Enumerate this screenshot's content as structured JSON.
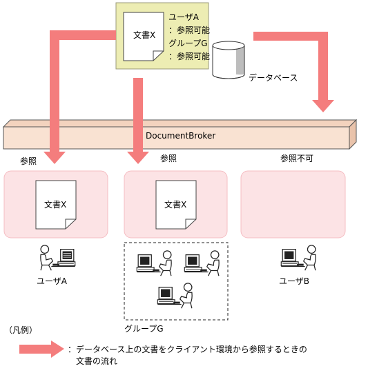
{
  "top_doc": {
    "doc_label": "文書X",
    "perm_lines": [
      "ユーザA",
      "：参照可能",
      "グループG",
      "：参照可能"
    ]
  },
  "database_label": "データベース",
  "broker_label": "DocumentBroker",
  "columns": [
    {
      "access_label": "参照",
      "doc_label": "文書X",
      "user_label": "ユーザA"
    },
    {
      "access_label": "参照",
      "doc_label": "文書X",
      "group_label": "グループG"
    },
    {
      "access_label": "参照不可",
      "user_label": "ユーザB"
    }
  ],
  "legend": {
    "title": "（凡例）",
    "line1": "：データベース上の文書をクライアント環境から参照するときの",
    "line2": "文書の流れ"
  },
  "colors": {
    "arrow": "#f47d7d",
    "note_fill": "#ededb3",
    "broker_fill": "#f9e2d2",
    "panel_fill": "#fce3e5",
    "panel_stroke": "#f5bcc2"
  },
  "icons": [
    "document-icon",
    "database-icon",
    "computer-user-icon"
  ]
}
